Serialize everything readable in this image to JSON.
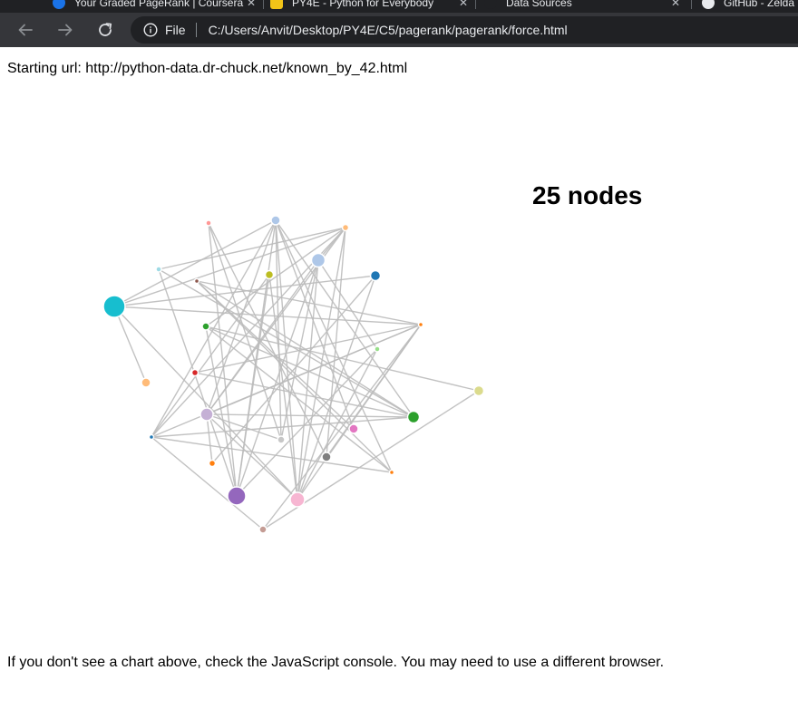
{
  "browser": {
    "tabs": [
      {
        "title": "Your Graded PageRank | Coursera",
        "favicon_color": "#1a73e8"
      },
      {
        "title": "PY4E - Python for Everybody",
        "favicon_color": "#f2c418"
      },
      {
        "title": "Data Sources",
        "favicon_color": "#202124"
      },
      {
        "title": "GitHub - Zelda",
        "favicon_color": "#e8eaed"
      }
    ],
    "address": {
      "scheme_label": "File",
      "url": "C:/Users/Anvit/Desktop/PY4E/C5/pagerank/pagerank/force.html"
    }
  },
  "page": {
    "starting_url": "Starting url: http://python-data.dr-chuck.net/known_by_42.html",
    "node_count": "25 nodes",
    "footer": "If you don't see a chart above, check the JavaScript console. You may need to use a different browser."
  },
  "graph": {
    "link_color": "#bbbbbb",
    "nodes": [
      {
        "id": "a",
        "color": "#ff9896",
        "r": 3
      },
      {
        "id": "b",
        "color": "#aec7e8",
        "r": 5
      },
      {
        "id": "c",
        "color": "#ffbb78",
        "r": 3.5
      },
      {
        "id": "d",
        "color": "#aec7e8",
        "r": 7.5
      },
      {
        "id": "e",
        "color": "#9edae5",
        "r": 3
      },
      {
        "id": "f",
        "color": "#bcbd22",
        "r": 4.5
      },
      {
        "id": "g",
        "color": "#8c564b",
        "r": 2.5
      },
      {
        "id": "h",
        "color": "#1f77b4",
        "r": 5.5
      },
      {
        "id": "i",
        "color": "#17becf",
        "r": 12
      },
      {
        "id": "j",
        "color": "#2ca02c",
        "r": 4
      },
      {
        "id": "k",
        "color": "#ff7f0e",
        "r": 2.5
      },
      {
        "id": "l",
        "color": "#98df8a",
        "r": 3
      },
      {
        "id": "m",
        "color": "#d62728",
        "r": 3.5
      },
      {
        "id": "n",
        "color": "#ffbb78",
        "r": 5
      },
      {
        "id": "o",
        "color": "#dbdb8d",
        "r": 5.5
      },
      {
        "id": "p",
        "color": "#c5b0d5",
        "r": 7
      },
      {
        "id": "q",
        "color": "#2ca02c",
        "r": 6.5
      },
      {
        "id": "r",
        "color": "#1f77b4",
        "r": 2.5
      },
      {
        "id": "s",
        "color": "#c7c7c7",
        "r": 4
      },
      {
        "id": "t",
        "color": "#e377c2",
        "r": 5
      },
      {
        "id": "u",
        "color": "#7f7f7f",
        "r": 5
      },
      {
        "id": "v",
        "color": "#ff7f0e",
        "r": 3.5
      },
      {
        "id": "w",
        "color": "#ff7f0e",
        "r": 2.5
      },
      {
        "id": "x",
        "color": "#9467bd",
        "r": 10
      },
      {
        "id": "y",
        "color": "#f7b6d2",
        "r": 8
      },
      {
        "id": "z",
        "color": "#c49c94",
        "r": 4
      }
    ],
    "links": [
      [
        "a",
        "x"
      ],
      [
        "a",
        "u"
      ],
      [
        "a",
        "s"
      ],
      [
        "b",
        "x"
      ],
      [
        "b",
        "y"
      ],
      [
        "b",
        "i"
      ],
      [
        "b",
        "q"
      ],
      [
        "b",
        "s"
      ],
      [
        "b",
        "t"
      ],
      [
        "b",
        "p"
      ],
      [
        "b",
        "r"
      ],
      [
        "b",
        "w"
      ],
      [
        "c",
        "d"
      ],
      [
        "c",
        "p"
      ],
      [
        "c",
        "y"
      ],
      [
        "c",
        "u"
      ],
      [
        "c",
        "r"
      ],
      [
        "c",
        "e"
      ],
      [
        "c",
        "i"
      ],
      [
        "c",
        "j"
      ],
      [
        "d",
        "p"
      ],
      [
        "d",
        "y"
      ],
      [
        "d",
        "s"
      ],
      [
        "d",
        "x"
      ],
      [
        "d",
        "l"
      ],
      [
        "e",
        "x"
      ],
      [
        "e",
        "q"
      ],
      [
        "f",
        "x"
      ],
      [
        "f",
        "y"
      ],
      [
        "f",
        "r"
      ],
      [
        "g",
        "k"
      ],
      [
        "g",
        "t"
      ],
      [
        "g",
        "w"
      ],
      [
        "g",
        "q"
      ],
      [
        "h",
        "v"
      ],
      [
        "h",
        "i"
      ],
      [
        "h",
        "y"
      ],
      [
        "i",
        "k"
      ],
      [
        "i",
        "y"
      ],
      [
        "i",
        "n"
      ],
      [
        "j",
        "o"
      ],
      [
        "j",
        "x"
      ],
      [
        "j",
        "w"
      ],
      [
        "j",
        "q"
      ],
      [
        "k",
        "r"
      ],
      [
        "k",
        "p"
      ],
      [
        "k",
        "y"
      ],
      [
        "k",
        "u"
      ],
      [
        "k",
        "m"
      ],
      [
        "k",
        "z"
      ],
      [
        "l",
        "y"
      ],
      [
        "l",
        "x"
      ],
      [
        "m",
        "q"
      ],
      [
        "o",
        "z"
      ],
      [
        "p",
        "y"
      ],
      [
        "p",
        "v"
      ],
      [
        "p",
        "s"
      ],
      [
        "p",
        "q"
      ],
      [
        "r",
        "z"
      ],
      [
        "r",
        "q"
      ],
      [
        "r",
        "w"
      ]
    ]
  }
}
